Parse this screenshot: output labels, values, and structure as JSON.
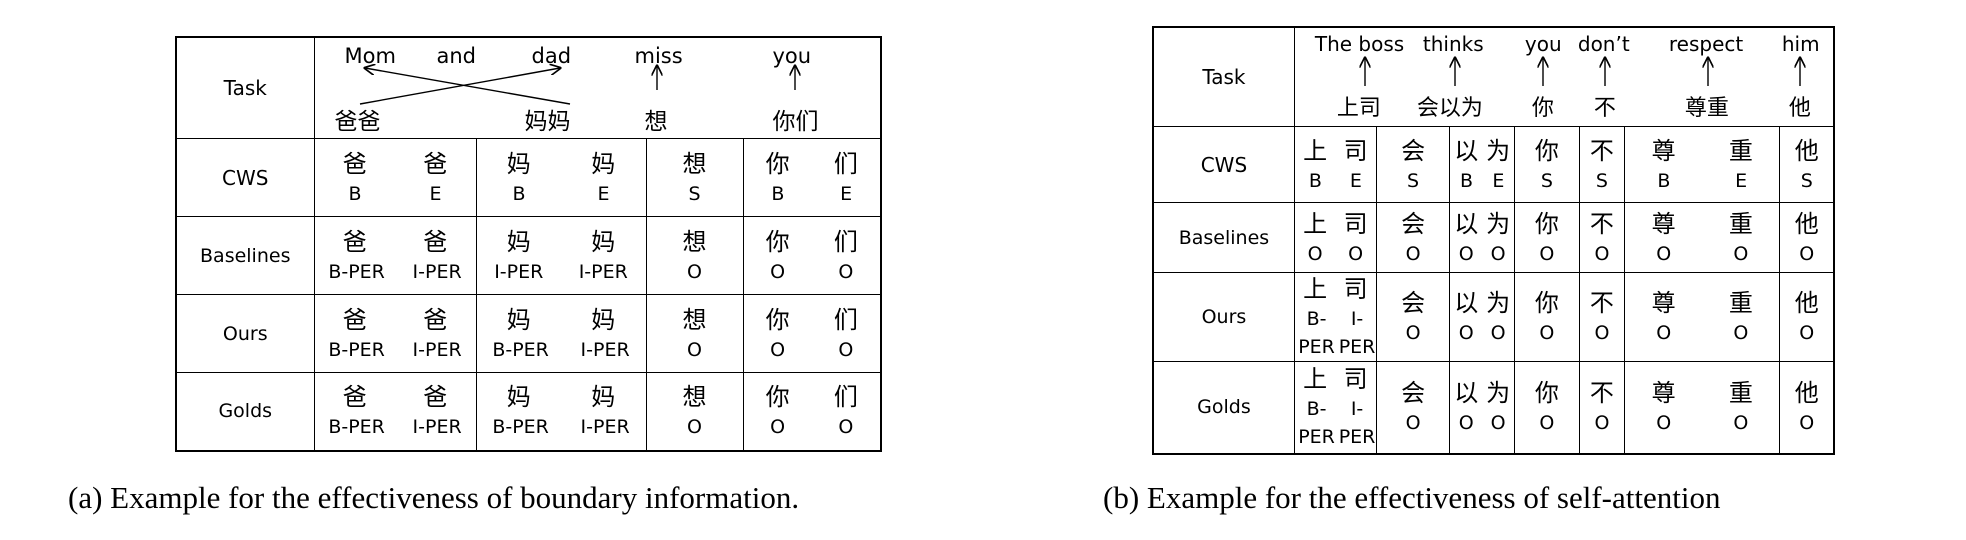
{
  "panel_a": {
    "caption": "(a) Example for the effectiveness of boundary information.",
    "task_label": "Task",
    "header": {
      "en_words": [
        "Mom",
        "and",
        "dad",
        "miss",
        "you"
      ],
      "zh_words": [
        "爸爸",
        "妈妈",
        "想",
        "你们"
      ]
    },
    "rows": [
      {
        "task": "CWS",
        "groups": [
          {
            "chars": [
              "爸",
              "爸"
            ],
            "tags": [
              "B",
              "E"
            ]
          },
          {
            "chars": [
              "妈",
              "妈"
            ],
            "tags": [
              "B",
              "E"
            ]
          },
          {
            "chars": [
              "想"
            ],
            "tags": [
              "S"
            ]
          },
          {
            "chars": [
              "你",
              "们"
            ],
            "tags": [
              "B",
              "E"
            ]
          }
        ]
      },
      {
        "task": "Baselines",
        "groups": [
          {
            "chars": [
              "爸",
              "爸"
            ],
            "tags": [
              "B-PER",
              "I-PER"
            ]
          },
          {
            "chars": [
              "妈",
              "妈"
            ],
            "tags": [
              "I-PER",
              "I-PER"
            ]
          },
          {
            "chars": [
              "想"
            ],
            "tags": [
              "O"
            ]
          },
          {
            "chars": [
              "你",
              "们"
            ],
            "tags": [
              "O",
              "O"
            ]
          }
        ]
      },
      {
        "task": "Ours",
        "groups": [
          {
            "chars": [
              "爸",
              "爸"
            ],
            "tags": [
              "B-PER",
              "I-PER"
            ]
          },
          {
            "chars": [
              "妈",
              "妈"
            ],
            "tags": [
              "B-PER",
              "I-PER"
            ]
          },
          {
            "chars": [
              "想"
            ],
            "tags": [
              "O"
            ]
          },
          {
            "chars": [
              "你",
              "们"
            ],
            "tags": [
              "O",
              "O"
            ]
          }
        ]
      },
      {
        "task": "Golds",
        "groups": [
          {
            "chars": [
              "爸",
              "爸"
            ],
            "tags": [
              "B-PER",
              "I-PER"
            ]
          },
          {
            "chars": [
              "妈",
              "妈"
            ],
            "tags": [
              "B-PER",
              "I-PER"
            ]
          },
          {
            "chars": [
              "想"
            ],
            "tags": [
              "O"
            ]
          },
          {
            "chars": [
              "你",
              "们"
            ],
            "tags": [
              "O",
              "O"
            ]
          }
        ]
      }
    ]
  },
  "panel_b": {
    "caption": "(b) Example for the effectiveness of self-attention",
    "task_label": "Task",
    "header": {
      "en_words": [
        "The boss",
        "thinks",
        "you",
        "don’t",
        "respect",
        "him"
      ],
      "zh_words": [
        "上司",
        "会以为",
        "你",
        "不",
        "尊重",
        "他"
      ]
    },
    "rows": [
      {
        "task": "CWS",
        "groups": [
          {
            "chars": [
              "上",
              "司"
            ],
            "tags": [
              "B",
              "E"
            ]
          },
          {
            "chars": [
              "会"
            ],
            "tags": [
              "S"
            ]
          },
          {
            "chars": [
              "以",
              "为"
            ],
            "tags": [
              "B",
              "E"
            ]
          },
          {
            "chars": [
              "你"
            ],
            "tags": [
              "S"
            ]
          },
          {
            "chars": [
              "不"
            ],
            "tags": [
              "S"
            ]
          },
          {
            "chars": [
              "尊",
              "重"
            ],
            "tags": [
              "B",
              "E"
            ]
          },
          {
            "chars": [
              "他"
            ],
            "tags": [
              "S"
            ]
          }
        ]
      },
      {
        "task": "Baselines",
        "groups": [
          {
            "chars": [
              "上",
              "司"
            ],
            "tags": [
              "O",
              "O"
            ]
          },
          {
            "chars": [
              "会"
            ],
            "tags": [
              "O"
            ]
          },
          {
            "chars": [
              "以",
              "为"
            ],
            "tags": [
              "O",
              "O"
            ]
          },
          {
            "chars": [
              "你"
            ],
            "tags": [
              "O"
            ]
          },
          {
            "chars": [
              "不"
            ],
            "tags": [
              "O"
            ]
          },
          {
            "chars": [
              "尊",
              "重"
            ],
            "tags": [
              "O",
              "O"
            ]
          },
          {
            "chars": [
              "他"
            ],
            "tags": [
              "O"
            ]
          }
        ]
      },
      {
        "task": "Ours",
        "groups": [
          {
            "chars": [
              "上",
              "司"
            ],
            "tags": [
              "B-PER",
              "I-PER"
            ]
          },
          {
            "chars": [
              "会"
            ],
            "tags": [
              "O"
            ]
          },
          {
            "chars": [
              "以",
              "为"
            ],
            "tags": [
              "O",
              "O"
            ]
          },
          {
            "chars": [
              "你"
            ],
            "tags": [
              "O"
            ]
          },
          {
            "chars": [
              "不"
            ],
            "tags": [
              "O"
            ]
          },
          {
            "chars": [
              "尊",
              "重"
            ],
            "tags": [
              "O",
              "O"
            ]
          },
          {
            "chars": [
              "他"
            ],
            "tags": [
              "O"
            ]
          }
        ]
      },
      {
        "task": "Golds",
        "groups": [
          {
            "chars": [
              "上",
              "司"
            ],
            "tags": [
              "B-PER",
              "I-PER"
            ]
          },
          {
            "chars": [
              "会"
            ],
            "tags": [
              "O"
            ]
          },
          {
            "chars": [
              "以",
              "为"
            ],
            "tags": [
              "O",
              "O"
            ]
          },
          {
            "chars": [
              "你"
            ],
            "tags": [
              "O"
            ]
          },
          {
            "chars": [
              "不"
            ],
            "tags": [
              "O"
            ]
          },
          {
            "chars": [
              "尊",
              "重"
            ],
            "tags": [
              "O",
              "O"
            ]
          },
          {
            "chars": [
              "他"
            ],
            "tags": [
              "O"
            ]
          }
        ]
      }
    ]
  }
}
